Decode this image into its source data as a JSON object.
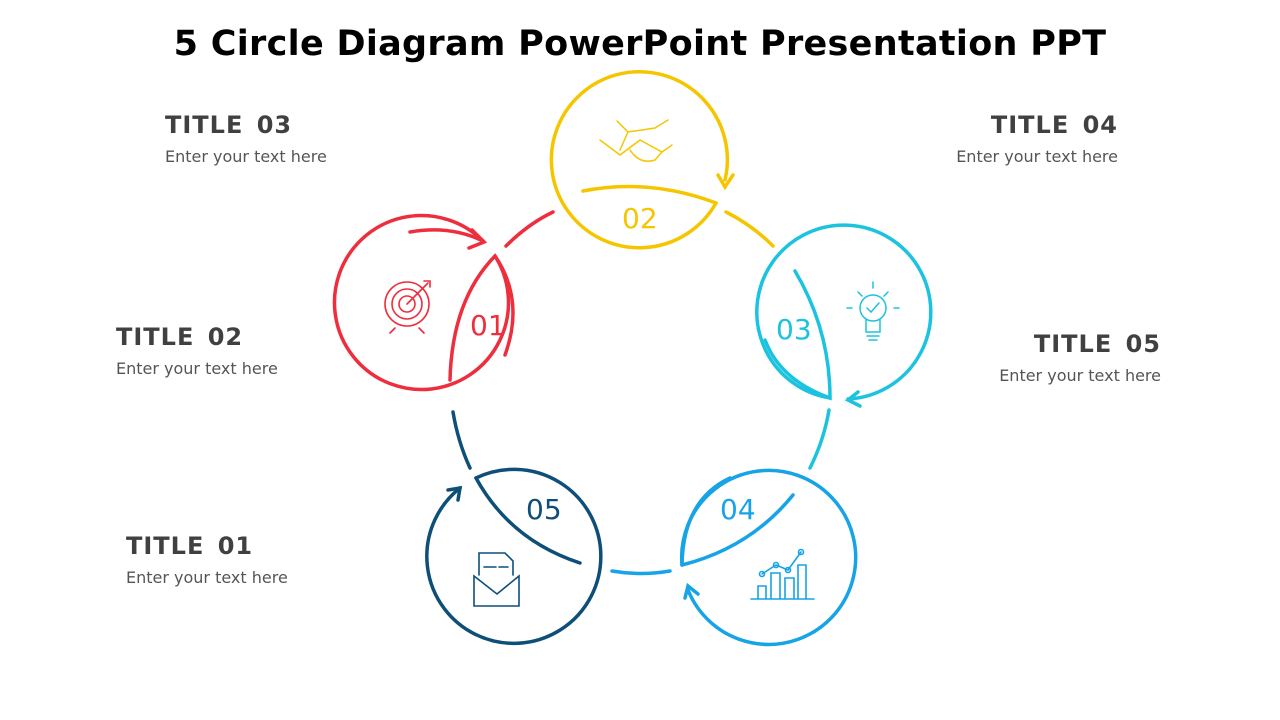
{
  "title": "5 Circle Diagram PowerPoint Presentation PPT",
  "blocks": [
    {
      "heading": "TITLE  01",
      "text": "Enter your text here"
    },
    {
      "heading": "TITLE  02",
      "text": "Enter your text here"
    },
    {
      "heading": "TITLE  03",
      "text": "Enter your text here"
    },
    {
      "heading": "TITLE  04",
      "text": "Enter your text here"
    },
    {
      "heading": "TITLE  05",
      "text": "Enter your text here"
    }
  ],
  "steps": [
    {
      "number": "01",
      "icon": "target-icon",
      "color": "#EE2E3D"
    },
    {
      "number": "02",
      "icon": "handshake-icon",
      "color": "#F5C600"
    },
    {
      "number": "03",
      "icon": "lightbulb-icon",
      "color": "#1BC3DE"
    },
    {
      "number": "04",
      "icon": "bar-chart-icon",
      "color": "#16A4E6"
    },
    {
      "number": "05",
      "icon": "envelope-icon",
      "color": "#0E4F7A"
    }
  ]
}
